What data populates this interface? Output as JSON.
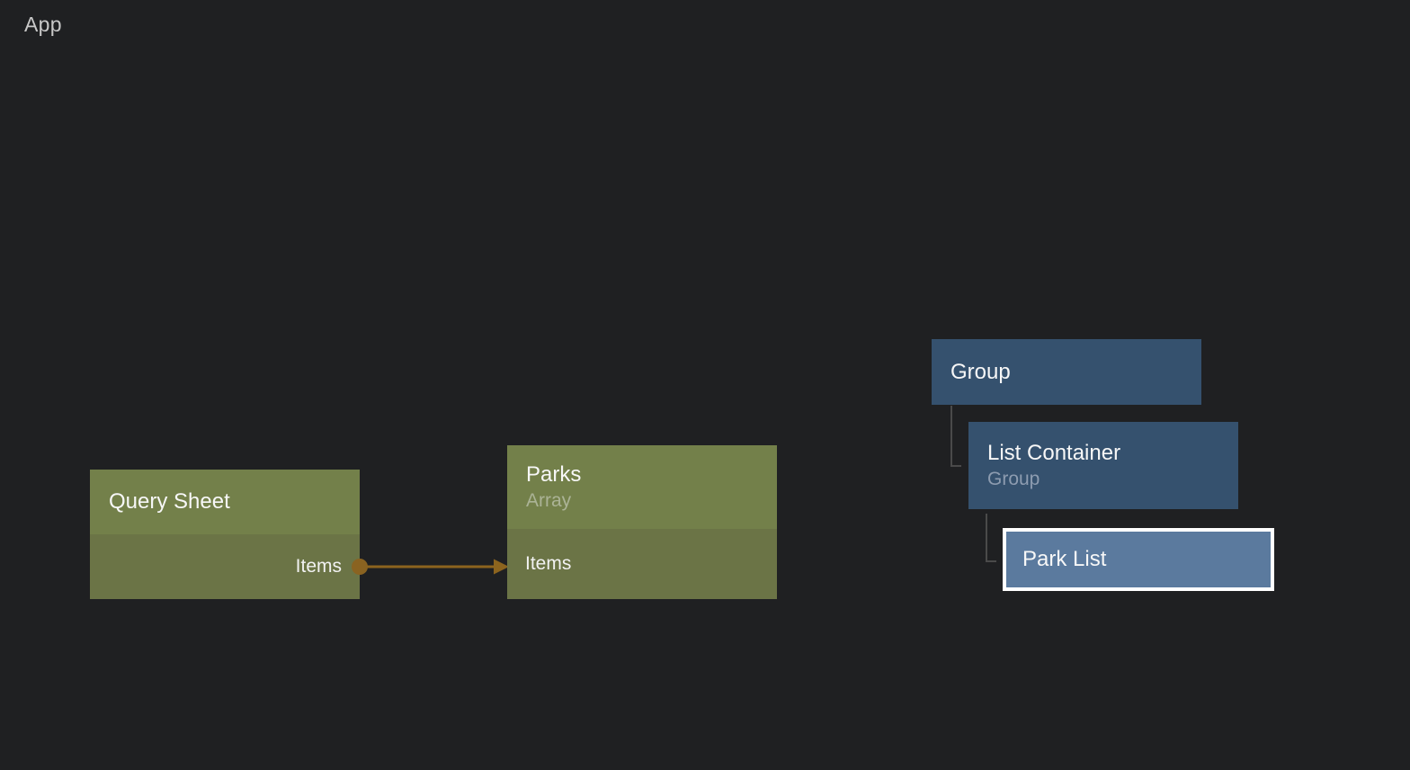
{
  "app": {
    "breadcrumb": "App"
  },
  "canvas": {
    "background_color": "#1f2022",
    "tree_connector_color": "#4a4a4a"
  },
  "nodes": {
    "query_sheet": {
      "title": "Query Sheet",
      "header_color": "#73804a",
      "body_color": "#6b7446",
      "output_port": {
        "label": "Items"
      }
    },
    "parks": {
      "title": "Parks",
      "subtitle": "Array",
      "header_color": "#73804a",
      "body_color": "#6b7446",
      "input_port": {
        "label": "Items"
      }
    },
    "group": {
      "title": "Group",
      "color": "#35516e"
    },
    "list_container": {
      "title": "List Container",
      "subtitle": "Group",
      "color": "#35516e"
    },
    "park_list": {
      "title": "Park List",
      "color": "#5b7a9e",
      "selected": true,
      "selection_border_color": "#ffffff"
    }
  },
  "connection": {
    "from_node": "Query Sheet",
    "from_port": "Items",
    "to_node": "Parks",
    "to_port": "Items",
    "color": "#8c641e"
  }
}
